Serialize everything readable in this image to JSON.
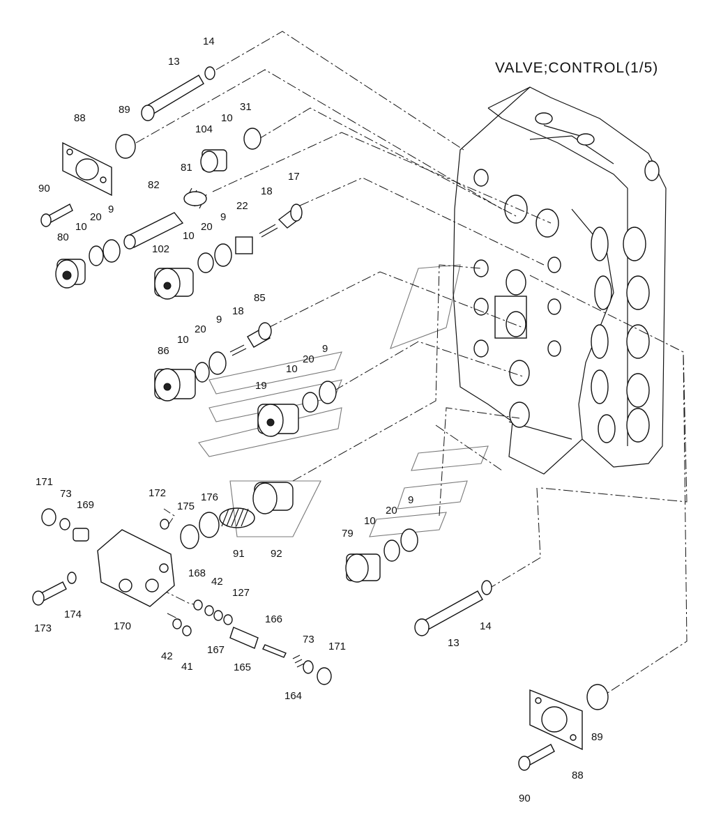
{
  "title": "VALVE;CONTROL(1/5)",
  "callouts": [
    {
      "id": "c13a",
      "text": "13"
    },
    {
      "id": "c14a",
      "text": "14"
    },
    {
      "id": "c89a",
      "text": "89"
    },
    {
      "id": "c88a",
      "text": "88"
    },
    {
      "id": "c104",
      "text": "104"
    },
    {
      "id": "c10a",
      "text": "10"
    },
    {
      "id": "c31",
      "text": "31"
    },
    {
      "id": "c81",
      "text": "81"
    },
    {
      "id": "c82",
      "text": "82"
    },
    {
      "id": "c17",
      "text": "17"
    },
    {
      "id": "c18a",
      "text": "18"
    },
    {
      "id": "c22",
      "text": "22"
    },
    {
      "id": "c90a",
      "text": "90"
    },
    {
      "id": "c80",
      "text": "80"
    },
    {
      "id": "c10b",
      "text": "10"
    },
    {
      "id": "c20a",
      "text": "20"
    },
    {
      "id": "c9a",
      "text": "9"
    },
    {
      "id": "c102",
      "text": "102"
    },
    {
      "id": "c10c",
      "text": "10"
    },
    {
      "id": "c20b",
      "text": "20"
    },
    {
      "id": "c9b",
      "text": "9"
    },
    {
      "id": "c85",
      "text": "85"
    },
    {
      "id": "c86",
      "text": "86"
    },
    {
      "id": "c10d",
      "text": "10"
    },
    {
      "id": "c20c",
      "text": "20"
    },
    {
      "id": "c9c",
      "text": "9"
    },
    {
      "id": "c18b",
      "text": "18"
    },
    {
      "id": "c19",
      "text": "19"
    },
    {
      "id": "c10e",
      "text": "10"
    },
    {
      "id": "c20d",
      "text": "20"
    },
    {
      "id": "c9d",
      "text": "9"
    },
    {
      "id": "c171a",
      "text": "171"
    },
    {
      "id": "c73a",
      "text": "73"
    },
    {
      "id": "c169",
      "text": "169"
    },
    {
      "id": "c172",
      "text": "172"
    },
    {
      "id": "c175",
      "text": "175"
    },
    {
      "id": "c176",
      "text": "176"
    },
    {
      "id": "c91",
      "text": "91"
    },
    {
      "id": "c92",
      "text": "92"
    },
    {
      "id": "c79",
      "text": "79"
    },
    {
      "id": "c10f",
      "text": "10"
    },
    {
      "id": "c20e",
      "text": "20"
    },
    {
      "id": "c9e",
      "text": "9"
    },
    {
      "id": "c173",
      "text": "173"
    },
    {
      "id": "c174",
      "text": "174"
    },
    {
      "id": "c170",
      "text": "170"
    },
    {
      "id": "c168",
      "text": "168"
    },
    {
      "id": "c42a",
      "text": "42"
    },
    {
      "id": "c127",
      "text": "127"
    },
    {
      "id": "c167",
      "text": "167"
    },
    {
      "id": "c42b",
      "text": "42"
    },
    {
      "id": "c41",
      "text": "41"
    },
    {
      "id": "c166",
      "text": "166"
    },
    {
      "id": "c165",
      "text": "165"
    },
    {
      "id": "c73b",
      "text": "73"
    },
    {
      "id": "c171b",
      "text": "171"
    },
    {
      "id": "c164",
      "text": "164"
    },
    {
      "id": "c13b",
      "text": "13"
    },
    {
      "id": "c14b",
      "text": "14"
    },
    {
      "id": "c89b",
      "text": "89"
    },
    {
      "id": "c88b",
      "text": "88"
    },
    {
      "id": "c90b",
      "text": "90"
    }
  ],
  "colors": {
    "ink": "#111111",
    "background": "#ffffff",
    "watermark": "#777777"
  }
}
